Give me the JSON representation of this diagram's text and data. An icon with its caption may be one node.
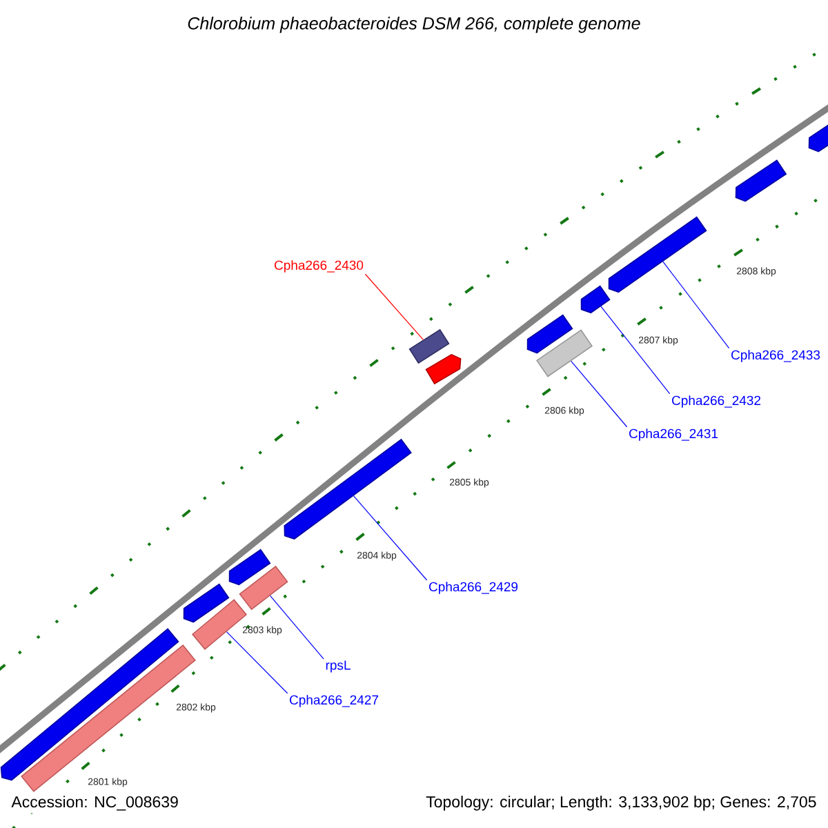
{
  "diagram": {
    "title": "Chlorobium phaeobacteroides DSM 266, complete genome",
    "nodes": [
      {
        "text": [
          "Cpha266_2430"
        ]
      },
      {
        "text": [
          "Cpha266_2433"
        ]
      },
      {
        "text": [
          "Cpha266_2432"
        ]
      },
      {
        "text": [
          "Cpha266_2431"
        ]
      },
      {
        "text": [
          "Cpha266_2429"
        ]
      },
      {
        "text": [
          "rpsL"
        ]
      },
      {
        "text": [
          "Cpha266_2427"
        ]
      },
      {
        "text": [],
        "shape": "bar"
      },
      {
        "text": [],
        "shape": "bar"
      },
      {
        "text": [],
        "shape": "bar"
      },
      {
        "text": [],
        "shape": "bar"
      },
      {
        "text": [],
        "shape": "bar"
      },
      {
        "text": [],
        "shape": "bar"
      },
      {
        "text": [],
        "shape": "bar"
      },
      {
        "text": [],
        "shape": "bar"
      },
      {
        "text": [],
        "shape": "bar"
      },
      {
        "text": [],
        "shape": "bar"
      },
      {
        "text": [],
        "shape": "bar"
      },
      {
        "text": [],
        "shape": "bar"
      },
      {
        "text": [],
        "shape": "bar"
      },
      {
        "text": [],
        "shape": "bar"
      },
      {
        "text": [],
        "shape": "bar"
      }
    ],
    "edges": [
      {
        "from": 0,
        "to": 14,
        "arrow": "none",
        "color": "#ff0000"
      },
      {
        "from": 1,
        "to": 19,
        "arrow": "none"
      },
      {
        "from": 2,
        "to": 18,
        "arrow": "none"
      },
      {
        "from": 3,
        "to": 17,
        "arrow": "none"
      },
      {
        "from": 4,
        "to": 13,
        "arrow": "none"
      },
      {
        "from": 5,
        "to": 12,
        "arrow": "none"
      },
      {
        "from": 6,
        "to": 10,
        "arrow": "none"
      }
    ],
    "labels": [
      "2801 kbp",
      "2802 kbp",
      "2803 kbp",
      "2804 kbp",
      "2805 kbp",
      "2806 kbp",
      "2807 kbp",
      "2808 kbp",
      "Accession: NC_008639",
      "Topology: circular; Length: 3,133,902 bp; Genes: 2,705"
    ]
  }
}
